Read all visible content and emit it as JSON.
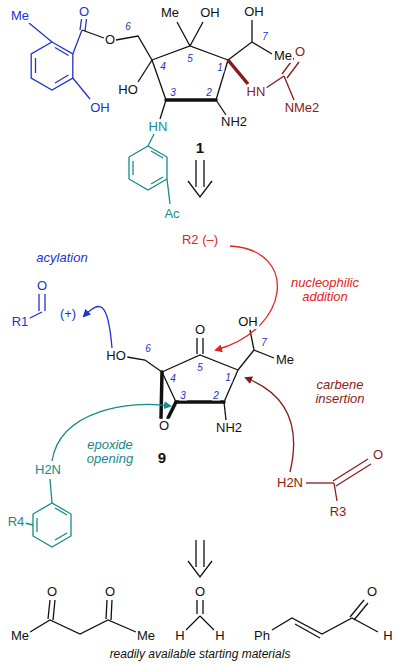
{
  "diagram": {
    "caption": "readily available starting materials",
    "labels": [
      "Me",
      "O",
      "O",
      "6",
      "Me",
      "OH",
      "OH",
      "7",
      "5",
      "1",
      "4",
      "Me",
      "HO",
      "3",
      "2",
      "HN",
      "O",
      "NMe2",
      "OH",
      "HN",
      "NH2",
      "1",
      "Ac",
      "R2 (–)",
      "acylation",
      "O",
      "R1",
      "(+)",
      "nucleophilic addition",
      "OH",
      "O",
      "7",
      "6",
      "HO",
      "5",
      "4",
      "1",
      "Me",
      "carbene insertion",
      "3",
      "2",
      "O",
      "NH2",
      "epoxide opening",
      "9",
      "H2N",
      "R4",
      "H2N",
      "O",
      "R3",
      "Me",
      "O",
      "O",
      "Me",
      "H",
      "O",
      "H",
      "Ph",
      "O",
      "H"
    ]
  }
}
